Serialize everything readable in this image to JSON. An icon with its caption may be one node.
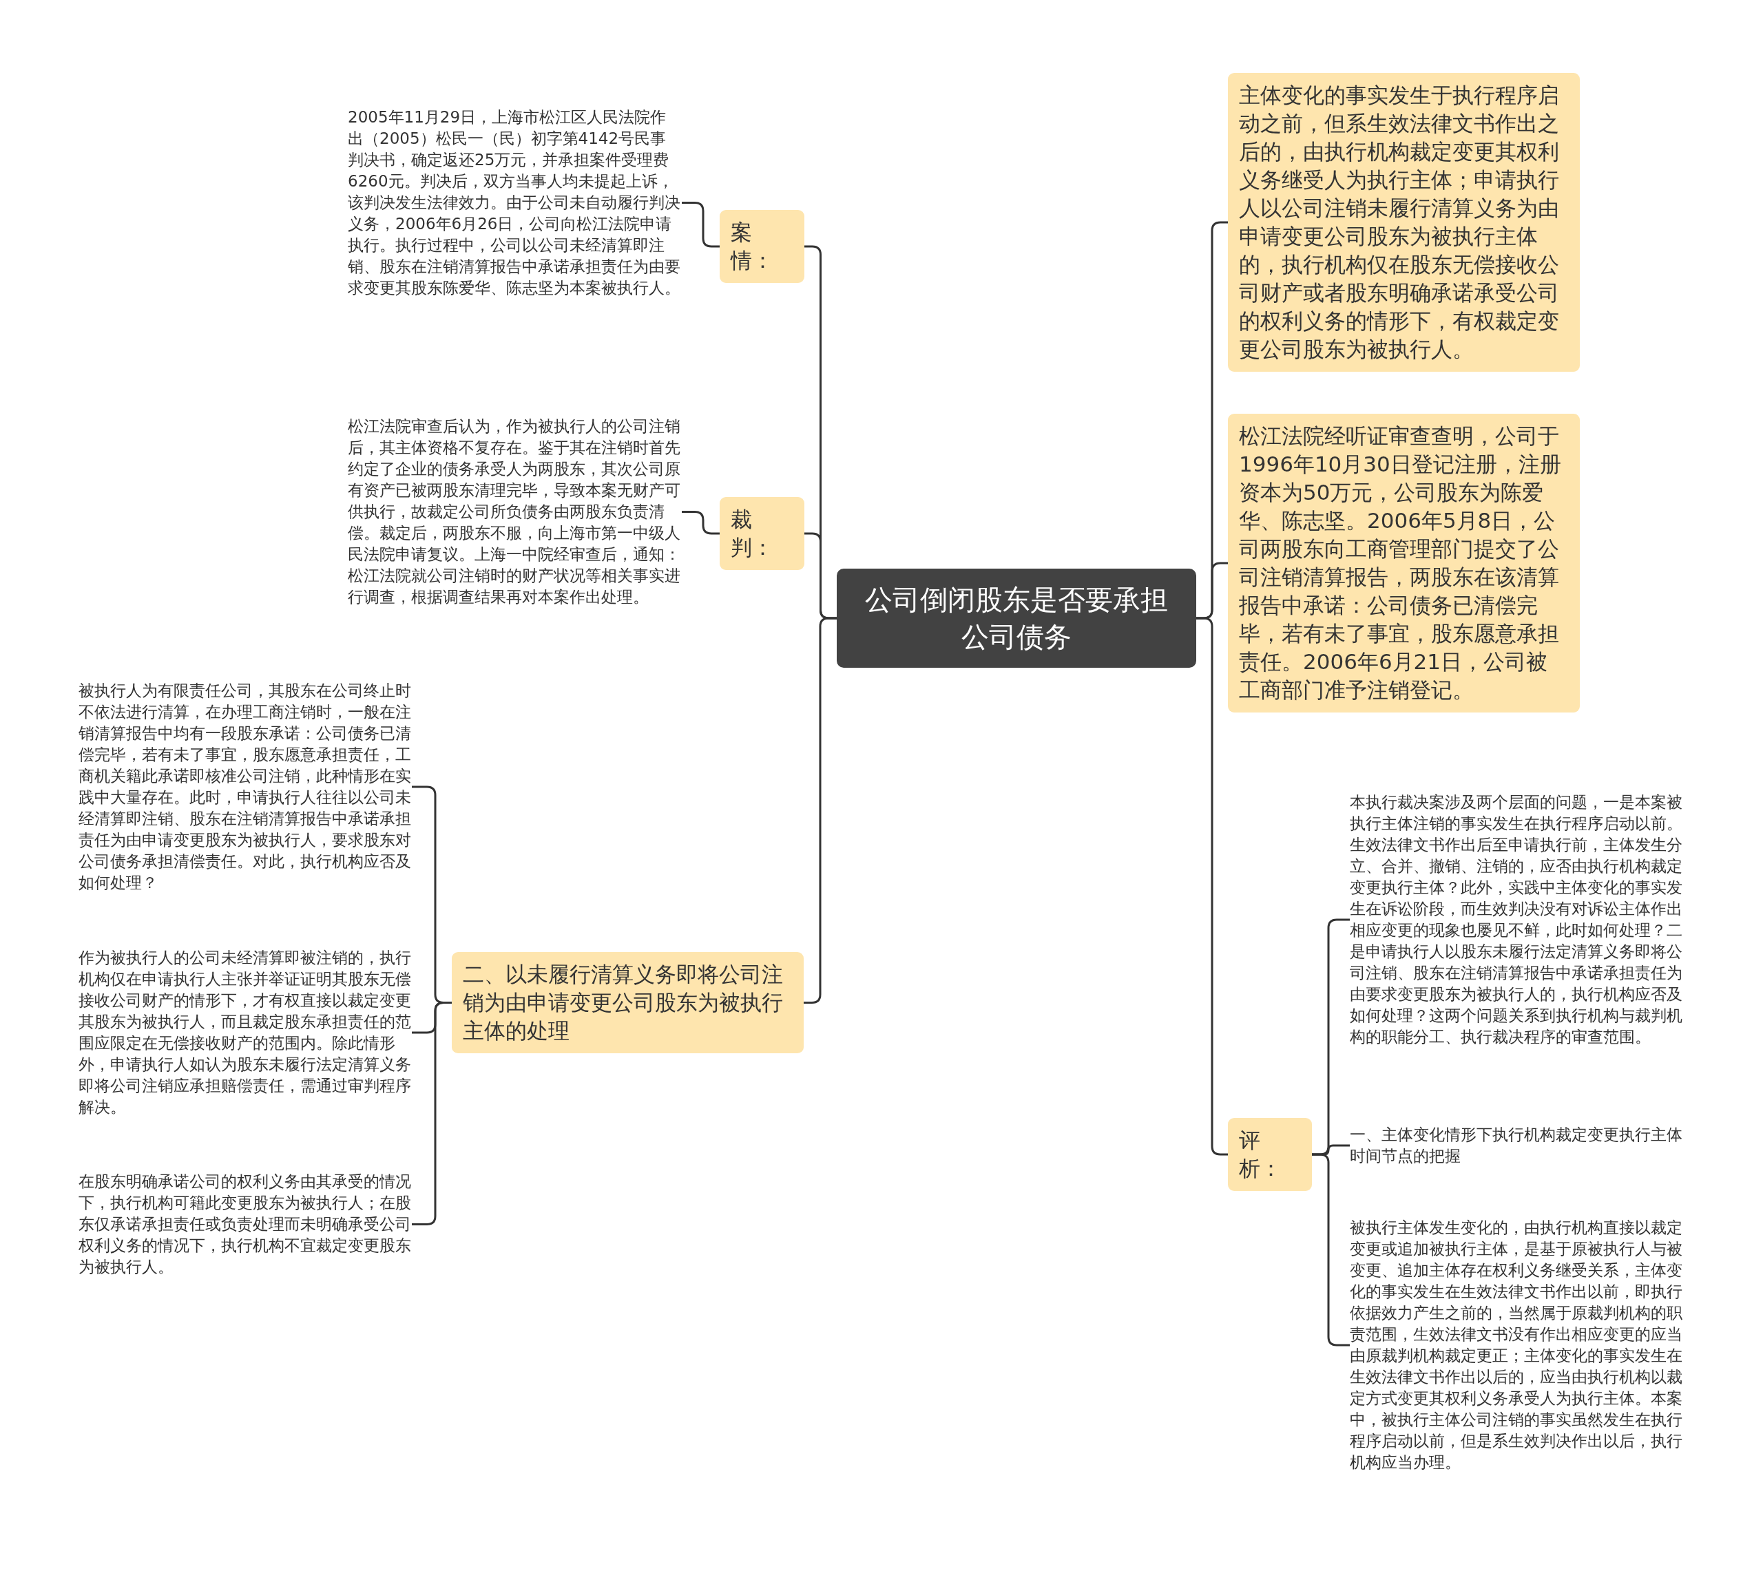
{
  "diagram": {
    "nodes": [
      {
        "text": [
          "公司倒闭股东是否要承担公司债务"
        ]
      },
      {
        "text": [
          "案情："
        ]
      },
      {
        "text": [
          "2005年11月29日，上海市松江区人民法院作出（2005）松民一（民）初字第4142号民事判决书，确定返还25万元，并承担案件受理费6260元。判决后，双方当事人均未提起上诉，该判决发生法律效力。由于公司未自动履行判决义务，2006年6月26日，公司向松江法院申请执行。执行过程中，公司以公司未经清算即注销、股东在注销清算报告中承诺承担责任为由要求变更其股东陈爱华、陈志坚为本案被执行人。"
        ]
      },
      {
        "text": [
          "裁判："
        ]
      },
      {
        "text": [
          "松江法院审查后认为，作为被执行人的公司注销后，其主体资格不复存在。鉴于其在注销时首先约定了企业的债务承受人为两股东，其次公司原有资产已被两股东清理完毕，导致本案无财产可供执行，故裁定公司所负债务由两股东负责清偿。裁定后，两股东不服，向上海市第一中级人民法院申请复议。上海一中院经审查后，通知：松江法院就公司注销时的财产状况等相关事实进行调查，根据调查结果再对本案作出处理。"
        ]
      },
      {
        "text": [
          "二、以未履行清算义务即将公司注销为由申请变更公司股东为被执行主体的处理"
        ]
      },
      {
        "text": [
          "被执行人为有限责任公司，其股东在公司终止时不依法进行清算，在办理工商注销时，一般在注销清算报告中均有一段股东承诺：公司债务已清偿完毕，若有未了事宜，股东愿意承担责任，工商机关籍此承诺即核准公司注销，此种情形在实践中大量存在。此时，申请执行人往往以公司未经清算即注销、股东在注销清算报告中承诺承担责任为由申请变更股东为被执行人，要求股东对公司债务承担清偿责任。对此，执行机构应否及如何处理？"
        ]
      },
      {
        "text": [
          "作为被执行人的公司未经清算即被注销的，执行机构仅在申请执行人主张并举证证明其股东无偿接收公司财产的情形下，才有权直接以裁定变更其股东为被执行人，而且裁定股东承担责任的范围应限定在无偿接收财产的范围内。除此情形外，申请执行人如认为股东未履行法定清算义务即将公司注销应承担赔偿责任，需通过审判程序解决。"
        ]
      },
      {
        "text": [
          "在股东明确承诺公司的权利义务由其承受的情况下，执行机构可籍此变更股东为被执行人；在股东仅承诺承担责任或负责处理而未明确承受公司权利义务的情况下，执行机构不宜裁定变更股东为被执行人。"
        ]
      },
      {
        "text": [
          "主体变化的事实发生于执行程序启动之前，但系生效法律文书作出之后的，由执行机构裁定变更其权利义务继受人为执行主体；申请执行人以公司注销未履行清算义务为由申请变更公司股东为被执行主体的，执行机构仅在股东无偿接收公司财产或者股东明确承诺承受公司的权利义务的情形下，有权裁定变更公司股东为被执行人。"
        ]
      },
      {
        "text": [
          "松江法院经听证审查查明，公司于1996年10月30日登记注册，注册资本为50万元，公司股东为陈爱华、陈志坚。2006年5月8日，公司两股东向工商管理部门提交了公司注销清算报告，两股东在该清算报告中承诺：公司债务已清偿完毕，若有未了事宜，股东愿意承担责任。2006年6月21日，公司被工商部门准予注销登记。"
        ]
      },
      {
        "text": [
          "评析："
        ]
      },
      {
        "text": [
          "本执行裁决案涉及两个层面的问题，一是本案被执行主体注销的事实发生在执行程序启动以前。生效法律文书作出后至申请执行前，主体发生分立、合并、撤销、注销的，应否由执行机构裁定变更执行主体？此外，实践中主体变化的事实发生在诉讼阶段，而生效判决没有对诉讼主体作出相应变更的现象也屡见不鲜，此时如何处理？二是申请执行人以股东未履行法定清算义务即将公司注销、股东在注销清算报告中承诺承担责任为由要求变更股东为被执行人的，执行机构应否及如何处理？这两个问题关系到执行机构与裁判机构的职能分工、执行裁决程序的审查范围。"
        ]
      },
      {
        "text": [
          "一、主体变化情形下执行机构裁定变更执行主体时间节点的把握"
        ]
      },
      {
        "text": [
          "被执行主体发生变化的，由执行机构直接以裁定变更或追加被执行主体，是基于原被执行人与被变更、追加主体存在权利义务继受关系，主体变化的事实发生在生效法律文书作出以前，即执行依据效力产生之前的，当然属于原裁判机构的职责范围，生效法律文书没有作出相应变更的应当由原裁判机构裁定更正；主体变化的事实发生在生效法律文书作出以后的，应当由执行机构以裁定方式变更其权利义务承受人为执行主体。本案中，被执行主体公司注销的事实虽然发生在执行程序启动以前，但是系生效判决作出以后，执行机构应当办理。"
        ]
      }
    ],
    "edges": [
      {
        "from": 0,
        "to": 1,
        "arrow": "none"
      },
      {
        "from": 1,
        "to": 2,
        "arrow": "none"
      },
      {
        "from": 0,
        "to": 3,
        "arrow": "none"
      },
      {
        "from": 3,
        "to": 4,
        "arrow": "none"
      },
      {
        "from": 0,
        "to": 5,
        "arrow": "none"
      },
      {
        "from": 5,
        "to": 6,
        "arrow": "none"
      },
      {
        "from": 5,
        "to": 7,
        "arrow": "none"
      },
      {
        "from": 5,
        "to": 8,
        "arrow": "none"
      },
      {
        "from": 0,
        "to": 9,
        "arrow": "none"
      },
      {
        "from": 0,
        "to": 10,
        "arrow": "none"
      },
      {
        "from": 0,
        "to": 11,
        "arrow": "none"
      },
      {
        "from": 11,
        "to": 12,
        "arrow": "none"
      },
      {
        "from": 11,
        "to": 13,
        "arrow": "none"
      },
      {
        "from": 11,
        "to": 14,
        "arrow": "none"
      }
    ]
  }
}
